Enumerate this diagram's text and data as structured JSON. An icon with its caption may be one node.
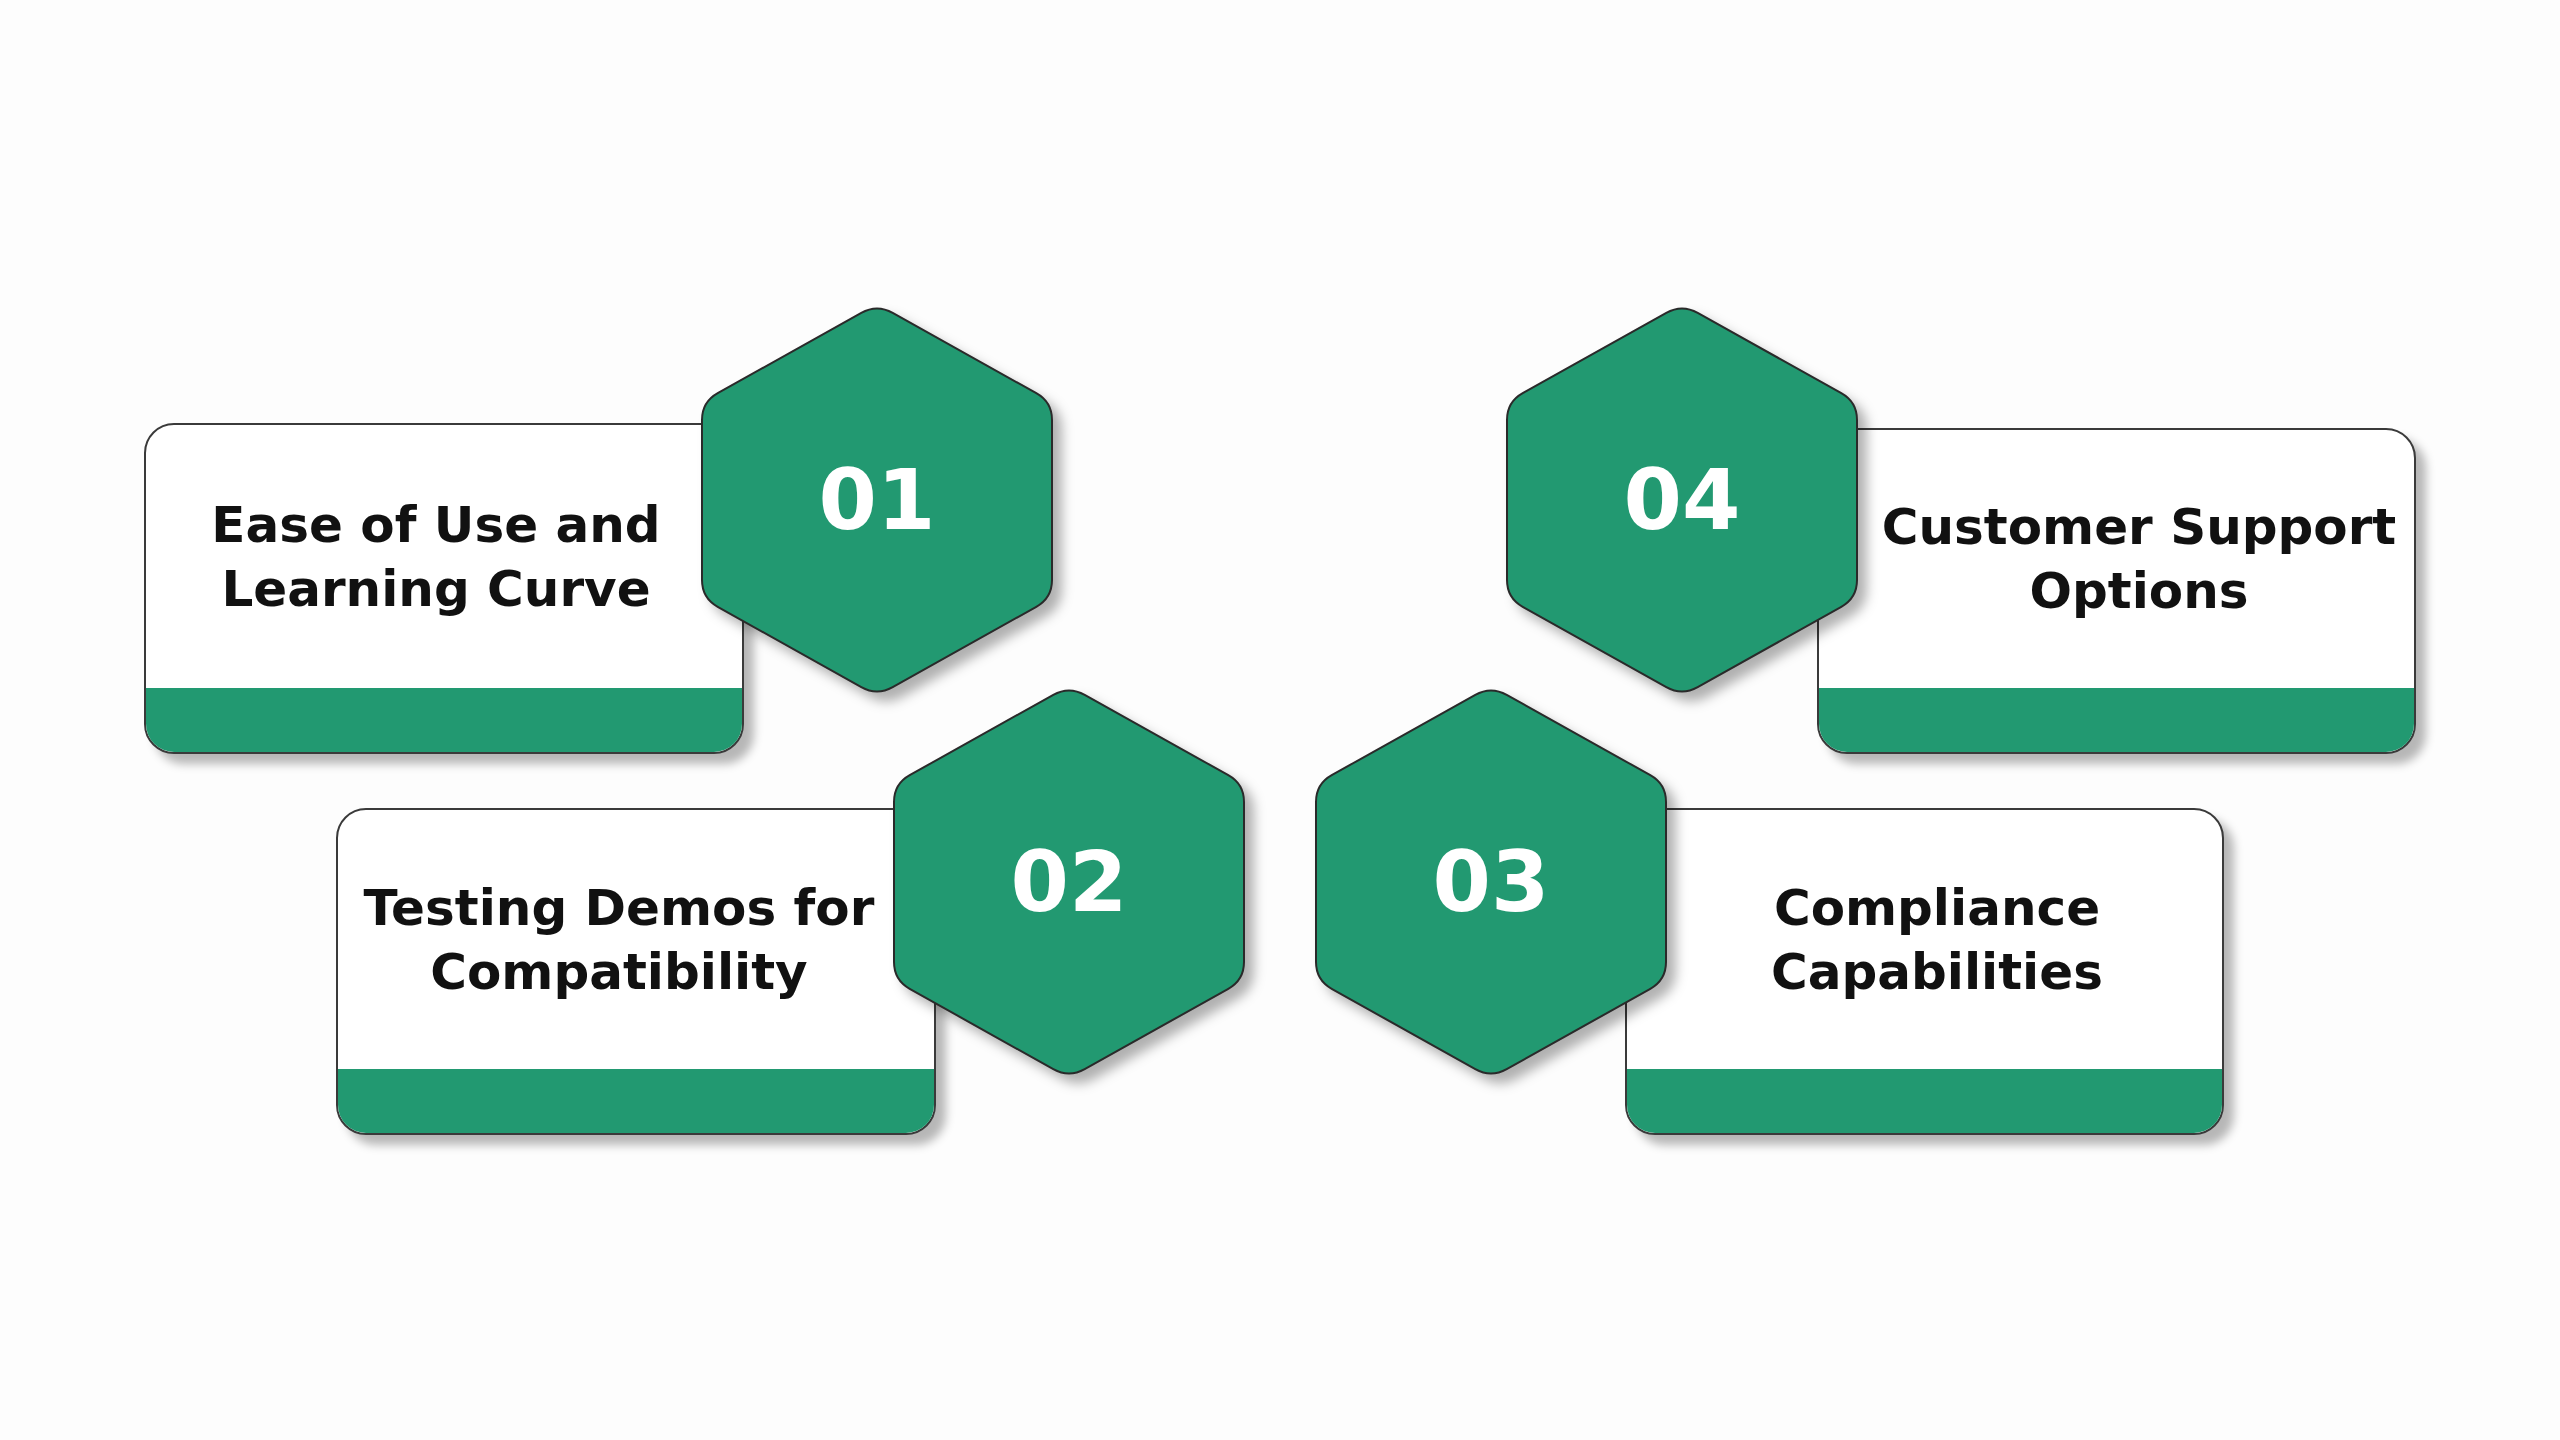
{
  "diagram": {
    "nodes": [
      {
        "text": [
          "Ease of Use and Learning Curve"
        ]
      },
      {
        "text": [
          "01"
        ]
      },
      {
        "text": [
          "04"
        ]
      },
      {
        "text": [
          "Customer Support Options"
        ]
      },
      {
        "text": [
          "Testing Demos for Compatibility"
        ]
      },
      {
        "text": [
          "02"
        ]
      },
      {
        "text": [
          "03"
        ]
      },
      {
        "text": [
          "Compliance Capabilities"
        ]
      }
    ]
  }
}
